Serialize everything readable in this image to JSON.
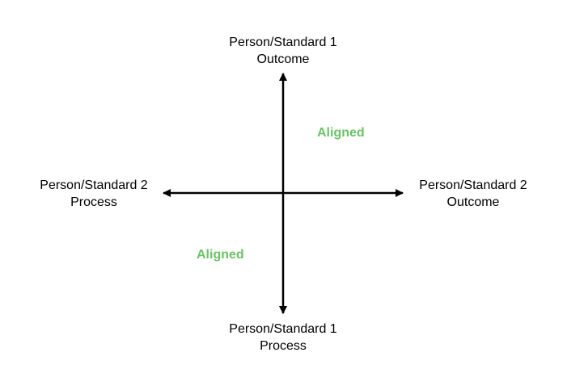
{
  "diagram": {
    "top_label": {
      "line1": "Person/Standard 1",
      "line2": "Outcome"
    },
    "bottom_label": {
      "line1": "Person/Standard 1",
      "line2": "Process"
    },
    "left_label": {
      "line1": "Person/Standard 2",
      "line2": "Process"
    },
    "right_label": {
      "line1": "Person/Standard 2",
      "line2": "Outcome"
    },
    "quadrant_upper_right": "Aligned",
    "quadrant_lower_left": "Aligned"
  },
  "colors": {
    "axis": "#000000",
    "aligned": "#6cc267"
  }
}
